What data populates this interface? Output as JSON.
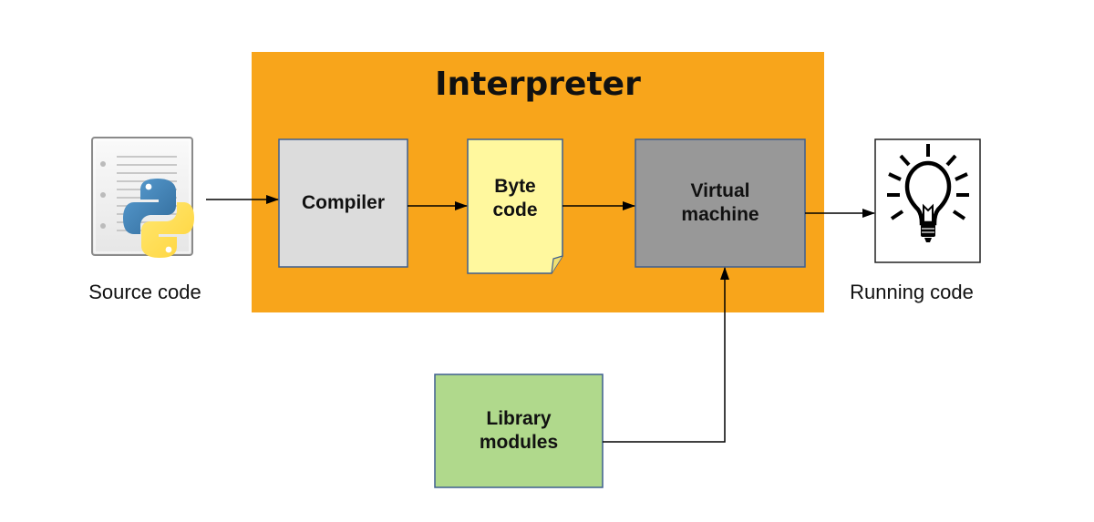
{
  "diagram": {
    "title": "Interpreter",
    "nodes": {
      "compiler": "Compiler",
      "bytecode": "Byte\ncode",
      "vm": "Virtual\nmachine",
      "library": "Library\nmodules"
    },
    "source_label": "Source code",
    "running_label": "Running code",
    "icons": {
      "source": "python-source-file-icon",
      "running": "lightbulb-icon"
    },
    "colors": {
      "interpreter_bg": "#f8a51b",
      "compiler_bg": "#dcdcdc",
      "bytecode_bg": "#fff89e",
      "vm_bg": "#989898",
      "library_bg": "#b0d98c",
      "box_border": "#3f5f8f"
    },
    "edges": [
      {
        "from": "source",
        "to": "compiler"
      },
      {
        "from": "compiler",
        "to": "bytecode"
      },
      {
        "from": "bytecode",
        "to": "vm"
      },
      {
        "from": "vm",
        "to": "running"
      },
      {
        "from": "library",
        "to": "vm"
      }
    ]
  }
}
